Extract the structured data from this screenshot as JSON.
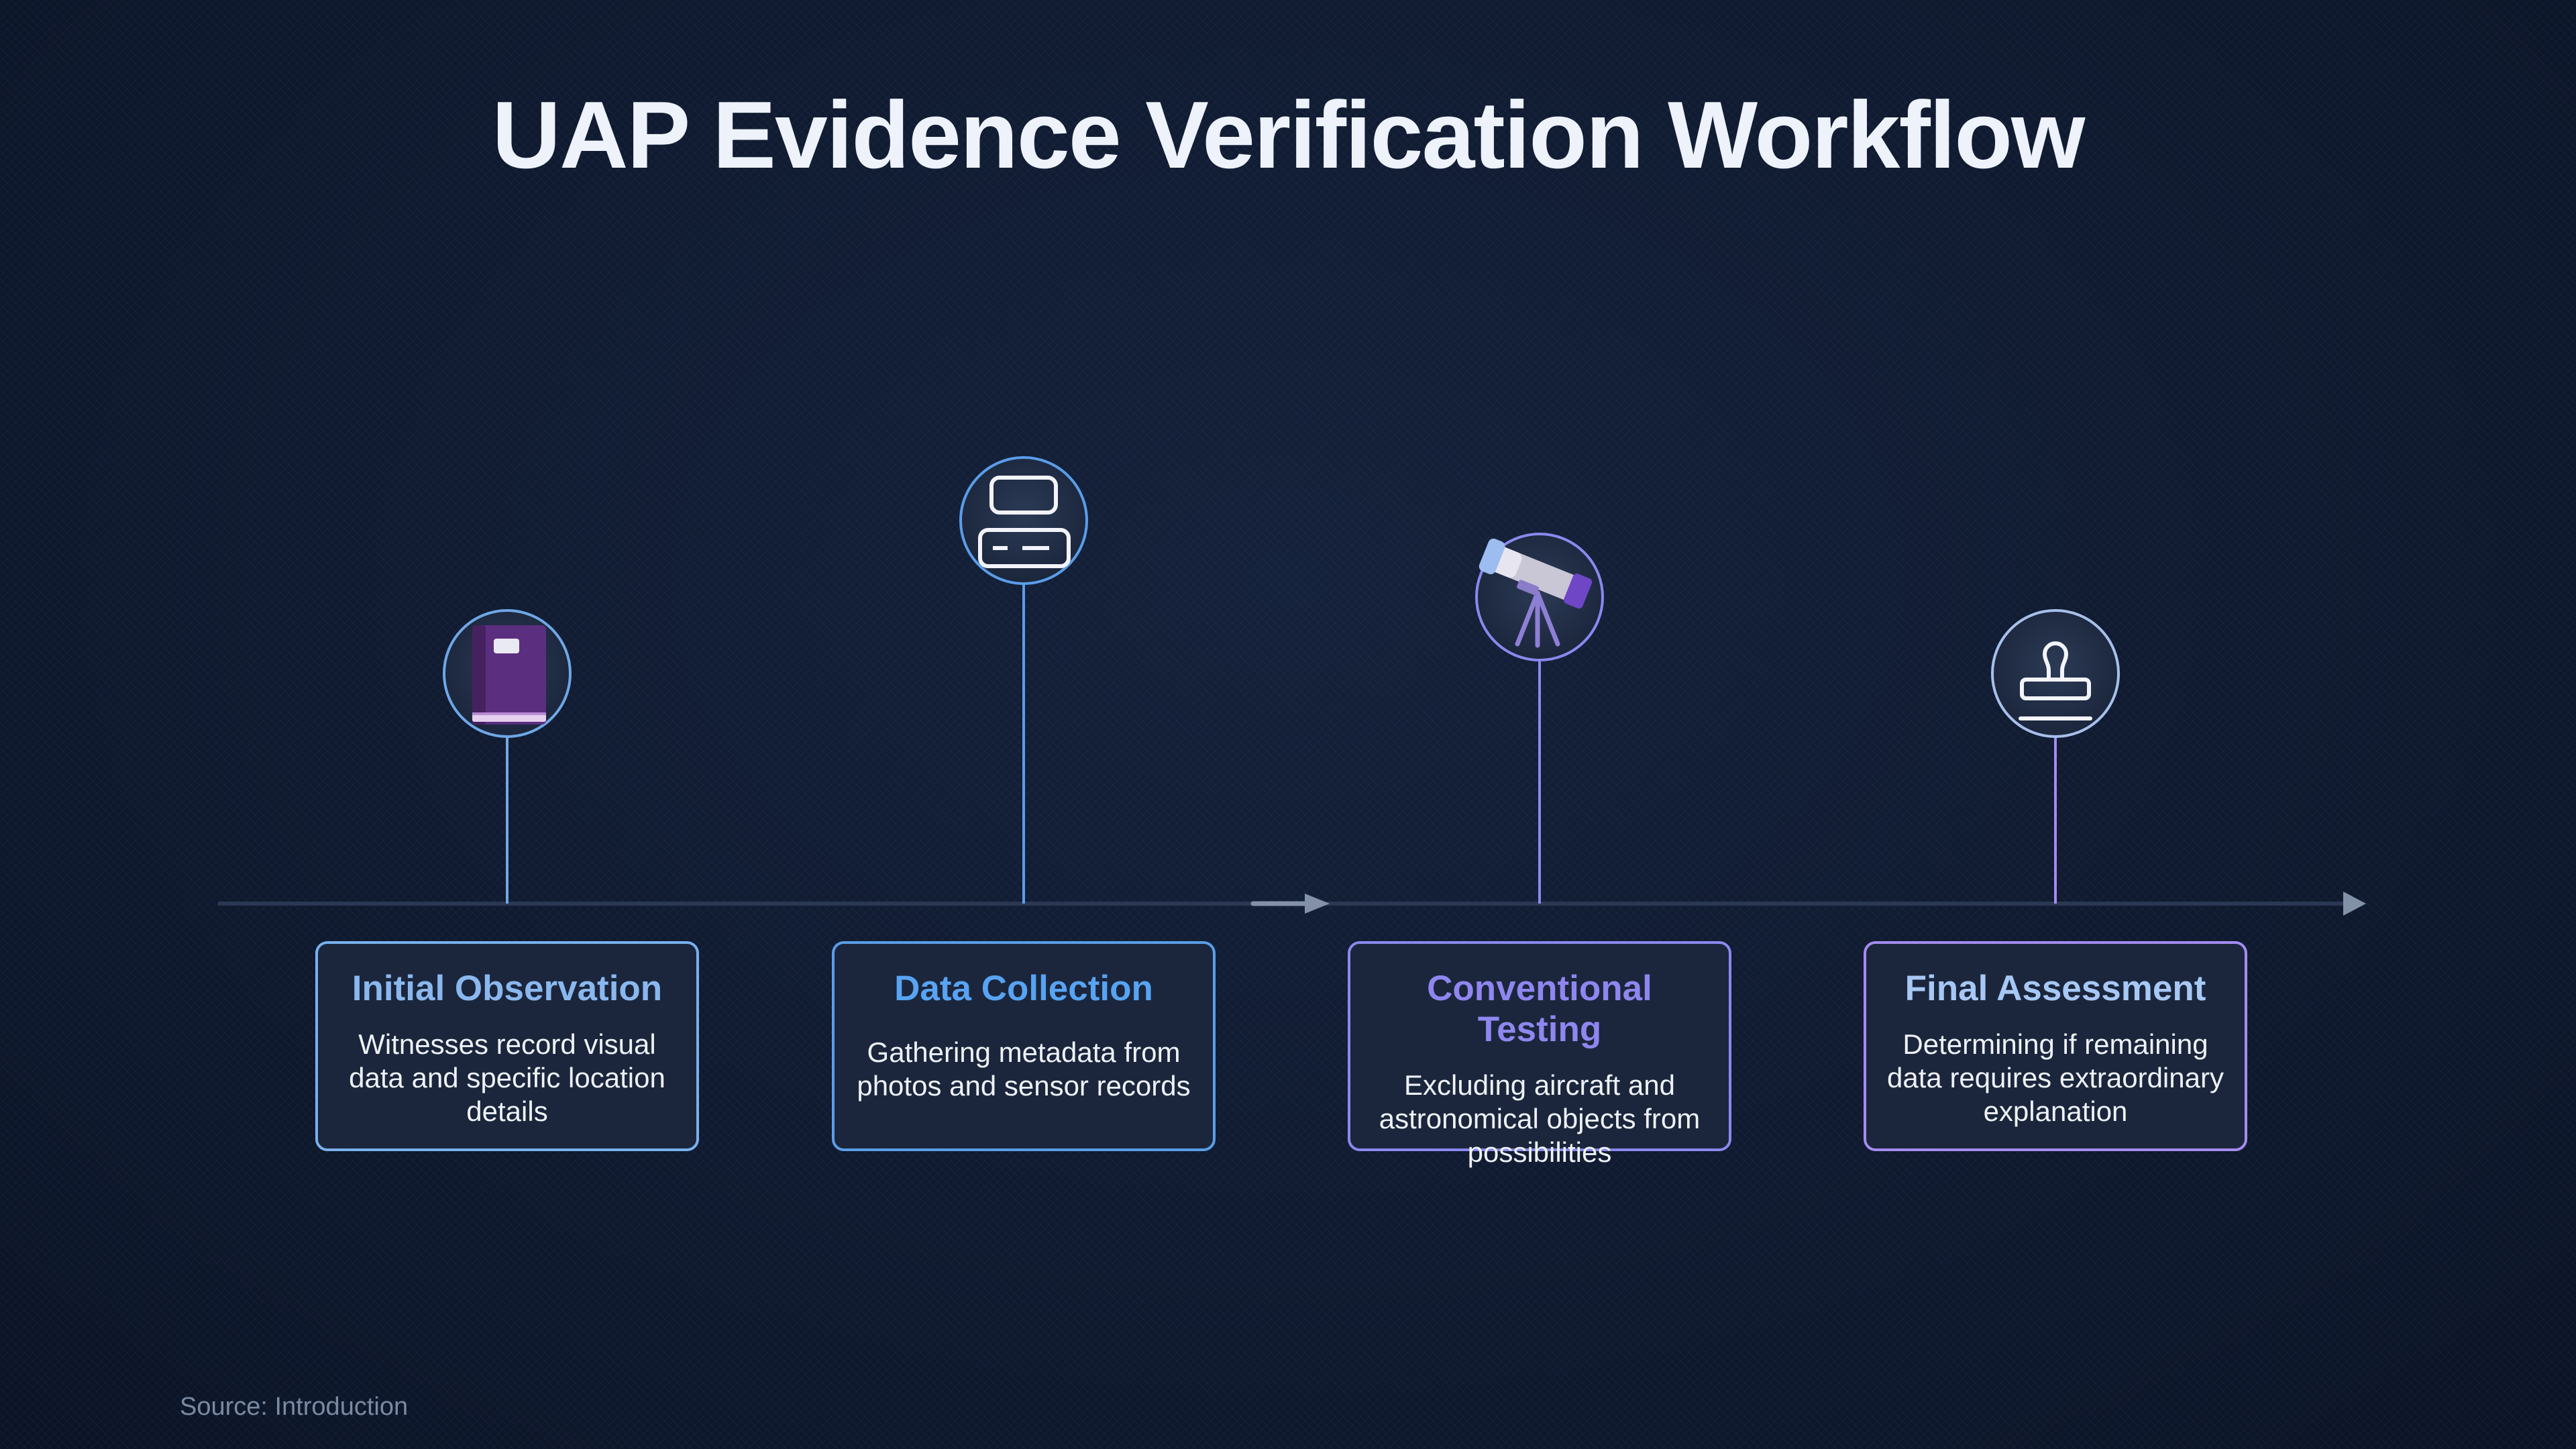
{
  "title": "UAP Evidence Verification Workflow",
  "source": "Source: Introduction",
  "colors": {
    "background": "#0f1a30",
    "axis": "#2b3853",
    "arrow": "#8391a8",
    "card_bg": "#1b263c",
    "blue_light": "#8ab8ee",
    "blue": "#58a3f2",
    "violet": "#8f86ef",
    "violet_light": "#a994f0"
  },
  "steps": [
    {
      "title": "Initial Observation",
      "description": "Witnesses record visual data and specific location details",
      "icon": "notebook-icon",
      "title_color": "#8ab8ee",
      "border_color": "#78b0ec"
    },
    {
      "title": "Data Collection",
      "description": "Gathering metadata from photos and sensor records",
      "icon": "server-icon",
      "title_color": "#58a3f2",
      "border_color": "#5a9de8"
    },
    {
      "title": "Conventional Testing",
      "description": "Excluding aircraft and astronomical objects from possibilities",
      "icon": "telescope-icon",
      "title_color": "#8f86ef",
      "border_color": "#8a88ee"
    },
    {
      "title": "Final Assessment",
      "description": "Determining if remaining data requires extraordinary explanation",
      "icon": "stamp-icon",
      "title_color": "#a7c8f5",
      "border_color": "#a48cf0"
    }
  ]
}
